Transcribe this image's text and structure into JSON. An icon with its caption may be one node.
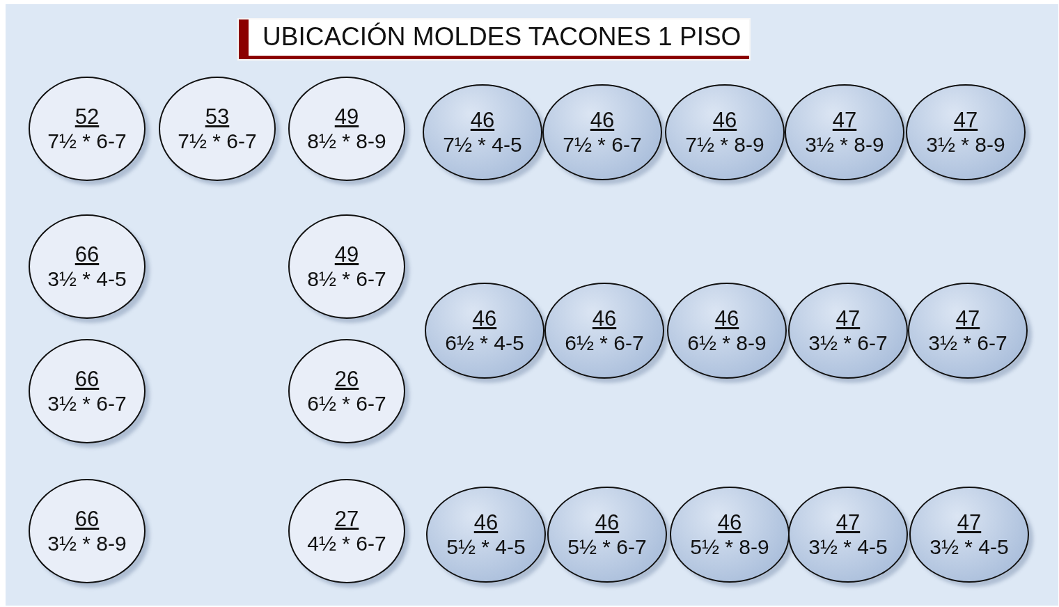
{
  "diagram": {
    "title": "UBICACIÓN MOLDES TACONES 1 PISO",
    "nodes": [
      {
        "text": [
          "52",
          "7½ * 6-7"
        ]
      },
      {
        "text": [
          "53",
          "7½ * 6-7"
        ]
      },
      {
        "text": [
          "49",
          "8½ * 8-9"
        ]
      },
      {
        "text": [
          "46",
          "7½ * 4-5"
        ]
      },
      {
        "text": [
          "46",
          "7½ * 6-7"
        ]
      },
      {
        "text": [
          "46",
          "7½ * 8-9"
        ]
      },
      {
        "text": [
          "47",
          "3½ * 8-9"
        ]
      },
      {
        "text": [
          "47",
          "3½ * 8-9"
        ]
      },
      {
        "text": [
          "66",
          "3½ * 4-5"
        ]
      },
      {
        "text": [
          "49",
          "8½ * 6-7"
        ]
      },
      {
        "text": [
          "46",
          "6½ * 4-5"
        ]
      },
      {
        "text": [
          "46",
          "6½ * 6-7"
        ]
      },
      {
        "text": [
          "46",
          "6½ * 8-9"
        ]
      },
      {
        "text": [
          "47",
          "3½ * 6-7"
        ]
      },
      {
        "text": [
          "47",
          "3½ * 6-7"
        ]
      },
      {
        "text": [
          "66",
          "3½ * 6-7"
        ]
      },
      {
        "text": [
          "26",
          "6½ * 6-7"
        ]
      },
      {
        "text": [
          "66",
          "3½ * 8-9"
        ]
      },
      {
        "text": [
          "27",
          "4½ * 6-7"
        ]
      },
      {
        "text": [
          "46",
          "5½ * 4-5"
        ]
      },
      {
        "text": [
          "46",
          "5½ * 6-7"
        ]
      },
      {
        "text": [
          "46",
          "5½ * 8-9"
        ]
      },
      {
        "text": [
          "47",
          "3½ * 4-5"
        ]
      },
      {
        "text": [
          "47",
          "3½ * 4-5"
        ]
      }
    ]
  }
}
